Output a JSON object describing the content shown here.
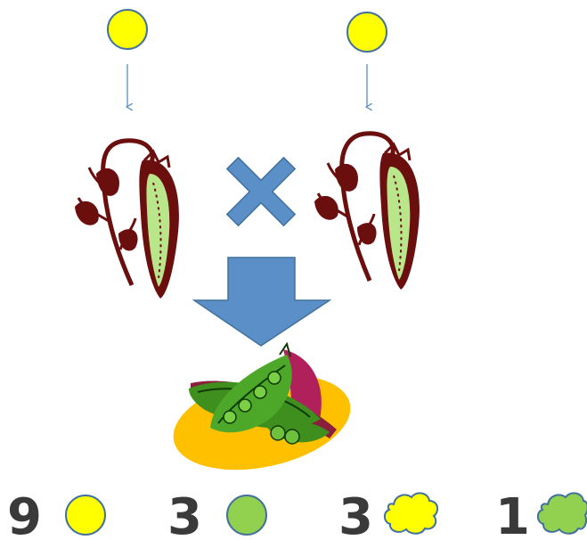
{
  "diagram": {
    "parents": [
      {
        "seed": "round",
        "seed_color": "#FFFF00"
      },
      {
        "seed": "round",
        "seed_color": "#FFFF00"
      }
    ],
    "cross_symbol": "cross-icon",
    "result_arrow": "down-arrow-icon",
    "offspring_image": "pea-pods-icon",
    "ratio": [
      {
        "count": "9",
        "seed": "round",
        "color": "#FFFF00"
      },
      {
        "count": "3",
        "seed": "round",
        "color": "#92D050"
      },
      {
        "count": "3",
        "seed": "wrinkled",
        "color": "#FFFF00"
      },
      {
        "count": "1",
        "seed": "wrinkled",
        "color": "#92D050"
      }
    ],
    "colors": {
      "arrow": "#5B8FC7",
      "outline": "#41719C",
      "plant": "#6B0E0E",
      "pod_light": "#B9E68A",
      "pea_green": "#3F8F1E",
      "platter": "#FFC000"
    }
  }
}
